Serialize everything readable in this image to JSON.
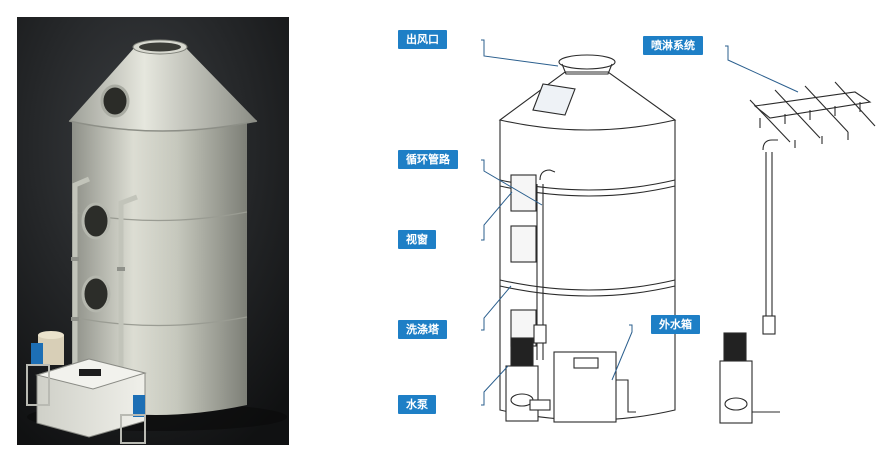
{
  "labels": {
    "outlet": "出风口",
    "spray": "喷淋系统",
    "circulation": "循环管路",
    "window": "视窗",
    "tower": "洗涤塔",
    "tank": "外水箱",
    "pump": "水泵"
  },
  "colors": {
    "label_bg": "#1e7fc6",
    "photo_bg": "#1b1d1f",
    "tower_body": "#c9cbbf"
  }
}
